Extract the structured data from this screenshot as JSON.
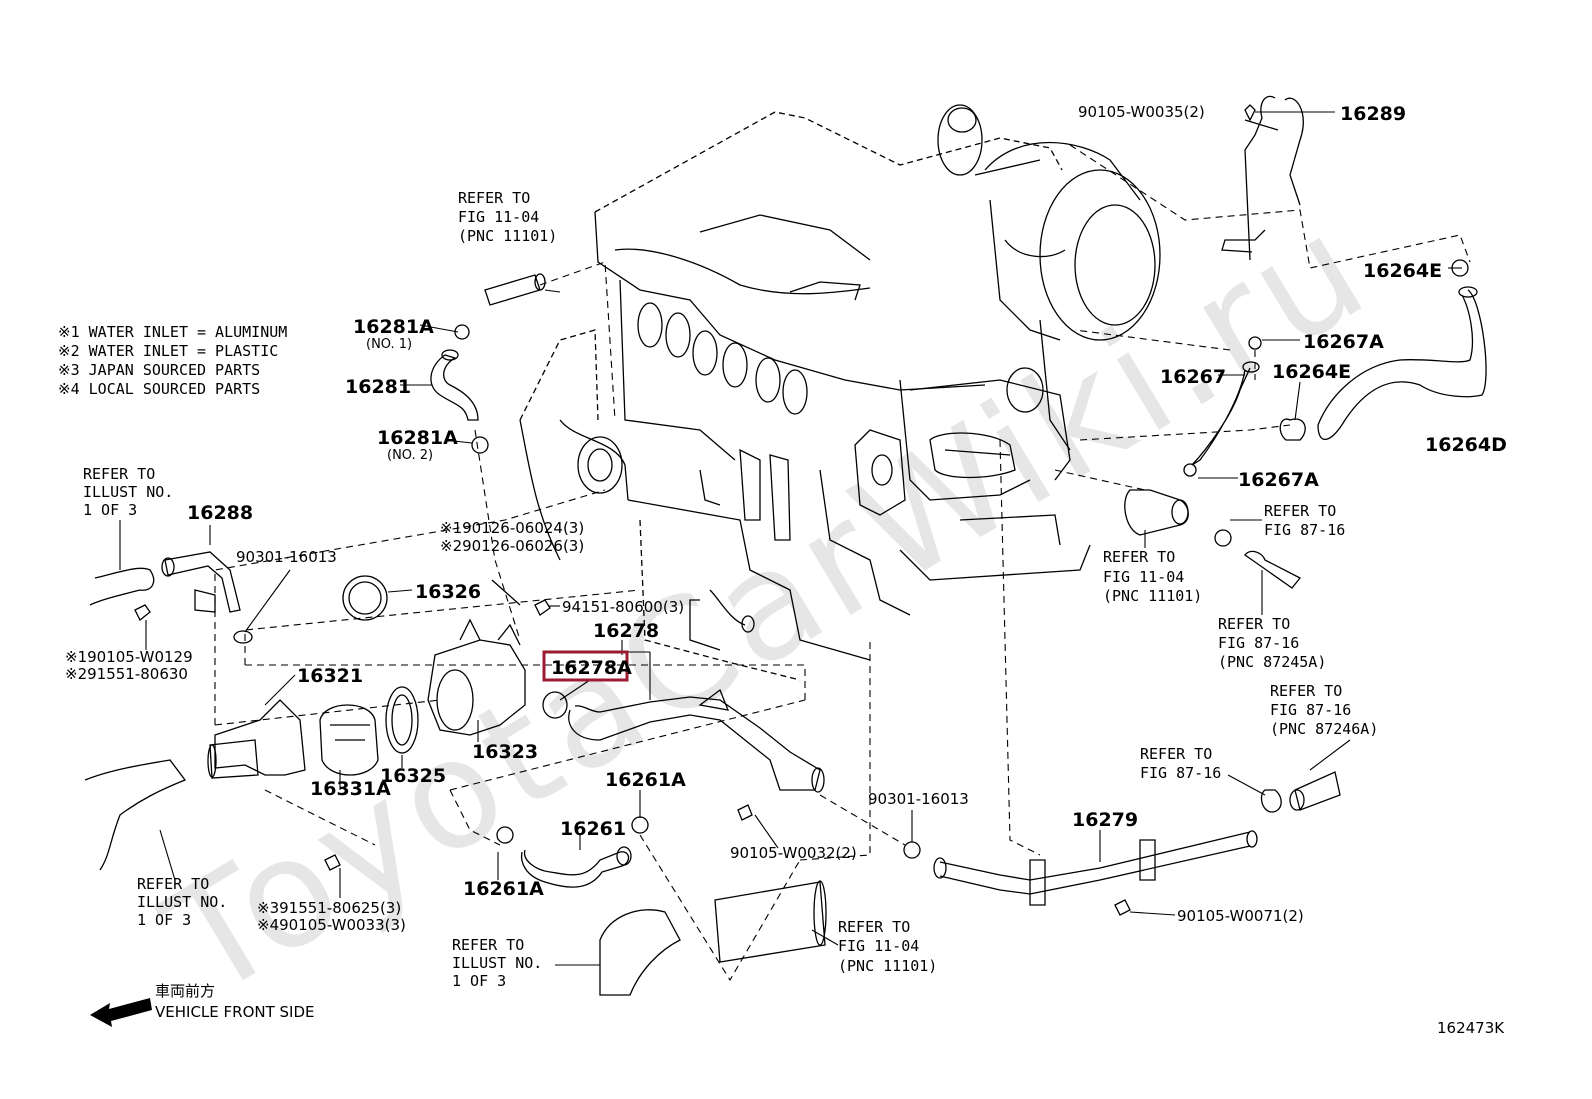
{
  "watermark": "ToyotaCarWiki.ru",
  "illustration_id": "162473K",
  "front_side": {
    "jp": "車両前方",
    "en": "VEHICLE FRONT SIDE"
  },
  "notes": [
    "※1 WATER INLET = ALUMINUM",
    "※2 WATER INLET = PLASTIC",
    "※3 JAPAN SOURCED PARTS",
    "※4 LOCAL SOURCED PARTS"
  ],
  "highlighted_part": {
    "label": "16278A",
    "color": "#9b1b30"
  },
  "parts": {
    "p16289": "16289",
    "p90105_w0035": "90105-W0035(2)",
    "p16264e_top": "16264E",
    "p16267a_top": "16267A",
    "p16267": "16267",
    "p16264e_mid": "16264E",
    "p16264d": "16264D",
    "p16267a_mid": "16267A",
    "p16281a_1": "16281A",
    "p16281a_1_sub": "(NO. 1)",
    "p16281": "16281",
    "p16281a_2": "16281A",
    "p16281a_2_sub": "(NO. 2)",
    "p16288": "16288",
    "p90301_16013_left": "90301-16013",
    "p190126_2": "※190126-06024(3)",
    "p290126_2": "※290126-06026(3)",
    "p16326": "16326",
    "p94151": "94151-80600(3)",
    "p16278": "16278",
    "p190105": "※190105-W0129",
    "p291551": "※291551-80630",
    "p16321": "16321",
    "p16331a": "16331A",
    "p16325": "16325",
    "p16323": "16323",
    "p16261a_top": "16261A",
    "p16261": "16261",
    "p16261a_bot": "16261A",
    "p90105_w0032": "90105-W0032(2)",
    "p90301_16013_right": "90301-16013",
    "p16279": "16279",
    "p90105_w0071": "90105-W0071(2)",
    "p391551": "※391551-80625(3)",
    "p490105": "※490105-W0033(3)"
  },
  "refs": {
    "r_top_fig1104": [
      "REFER TO",
      "FIG 11-04",
      "(PNC 11101)"
    ],
    "r_left_illust": [
      "REFER TO",
      "ILLUST NO.",
      "1 OF 3"
    ],
    "r_fig8716_a": [
      "REFER TO",
      "FIG 87-16"
    ],
    "r_fig1104_mid": [
      "REFER TO",
      "FIG 11-04",
      "(PNC 11101)"
    ],
    "r_fig8716_b": [
      "REFER TO",
      "FIG 87-16",
      "(PNC 87245A)"
    ],
    "r_fig8716_c": [
      "REFER TO",
      "FIG 87-16",
      "(PNC 87246A)"
    ],
    "r_fig8716_d": [
      "REFER TO",
      "FIG 87-16"
    ],
    "r_bottom_left_illust": [
      "REFER TO",
      "ILLUST NO.",
      "1 OF 3"
    ],
    "r_bottom_mid_illust": [
      "REFER TO",
      "ILLUST NO.",
      "1 OF 3"
    ],
    "r_bottom_fig1104": [
      "REFER TO",
      "FIG 11-04",
      "(PNC 11101)"
    ]
  }
}
